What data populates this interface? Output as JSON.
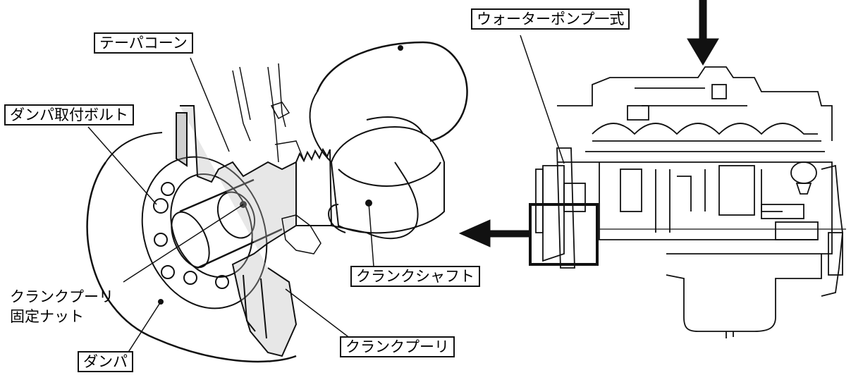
{
  "labels": {
    "taper_cone": "テーパコーン",
    "damper_bolt": "ダンパ取付ボルト",
    "pulley_nut_line1": "クランクプーリ",
    "pulley_nut_line2": "固定ナット",
    "damper": "ダンパ",
    "crankshaft": "クランクシャフト",
    "crank_pulley": "クランクプーリ",
    "water_pump_type": "ウォーターポンプ一式"
  }
}
